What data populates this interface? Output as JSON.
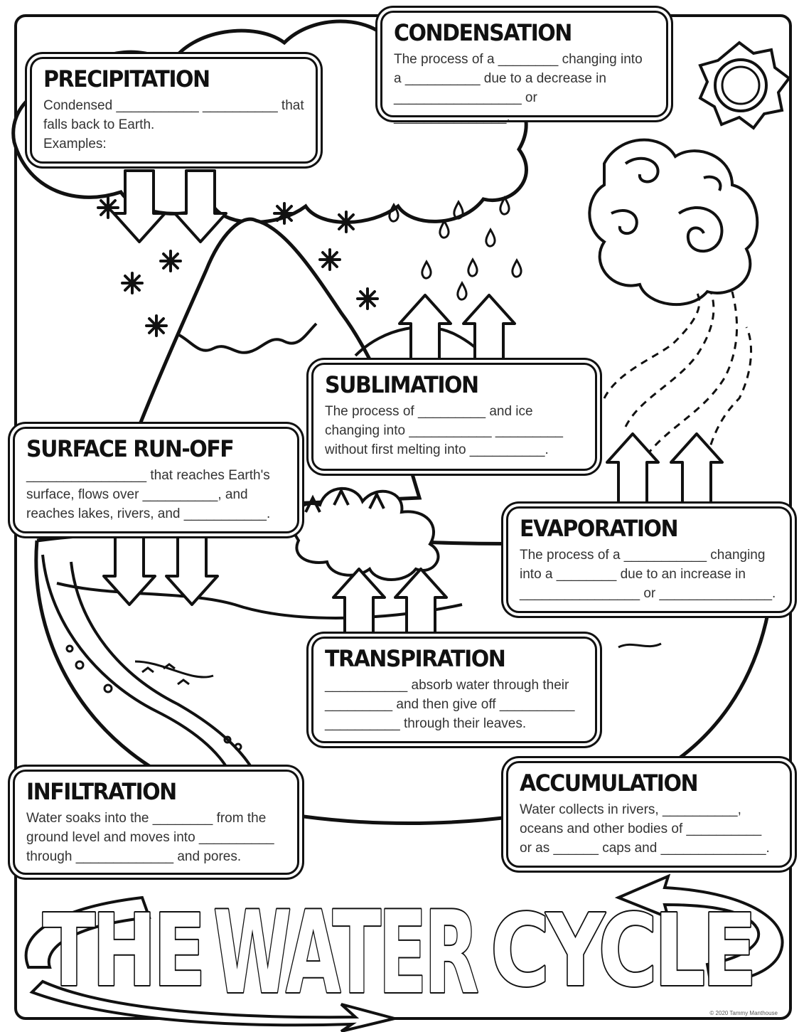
{
  "title": {
    "words": [
      "THE",
      "WATER",
      "CYCLE"
    ]
  },
  "stages": {
    "precipitation": {
      "heading": "PRECIPITATION",
      "lines": [
        "Condensed ___________ __________ that",
        "falls back to Earth.",
        "Examples:"
      ]
    },
    "condensation": {
      "heading": "CONDENSATION",
      "lines": [
        "The process of a ________ changing into",
        "a __________ due to a decrease in",
        "_________________ or _______________."
      ]
    },
    "sublimation": {
      "heading": "SUBLIMATION",
      "lines": [
        "The process of _________ and ice",
        "changing into ___________ _________",
        "without first melting into __________."
      ]
    },
    "surface_runoff": {
      "heading": "SURFACE RUN-OFF",
      "lines": [
        "________________ that reaches Earth's",
        "surface, flows over __________, and",
        "reaches lakes, rivers, and ___________."
      ]
    },
    "evaporation": {
      "heading": "EVAPORATION",
      "lines": [
        "The process of a ___________ changing",
        "into a ________ due to an increase in",
        "________________ or _______________."
      ]
    },
    "transpiration": {
      "heading": "TRANSPIRATION",
      "lines": [
        "___________ absorb water through their",
        "_________ and then give off __________",
        "__________ through their leaves."
      ]
    },
    "infiltration": {
      "heading": "INFILTRATION",
      "lines": [
        "Water soaks into the ________ from the",
        "ground level and moves into __________",
        "through _____________ and pores."
      ]
    },
    "accumulation": {
      "heading": "ACCUMULATION",
      "lines": [
        "Water collects in rivers, __________,",
        "oceans and other bodies of __________",
        "or as ______ caps and ______________."
      ]
    }
  },
  "credit": "© 2020 Tammy Manthouse"
}
